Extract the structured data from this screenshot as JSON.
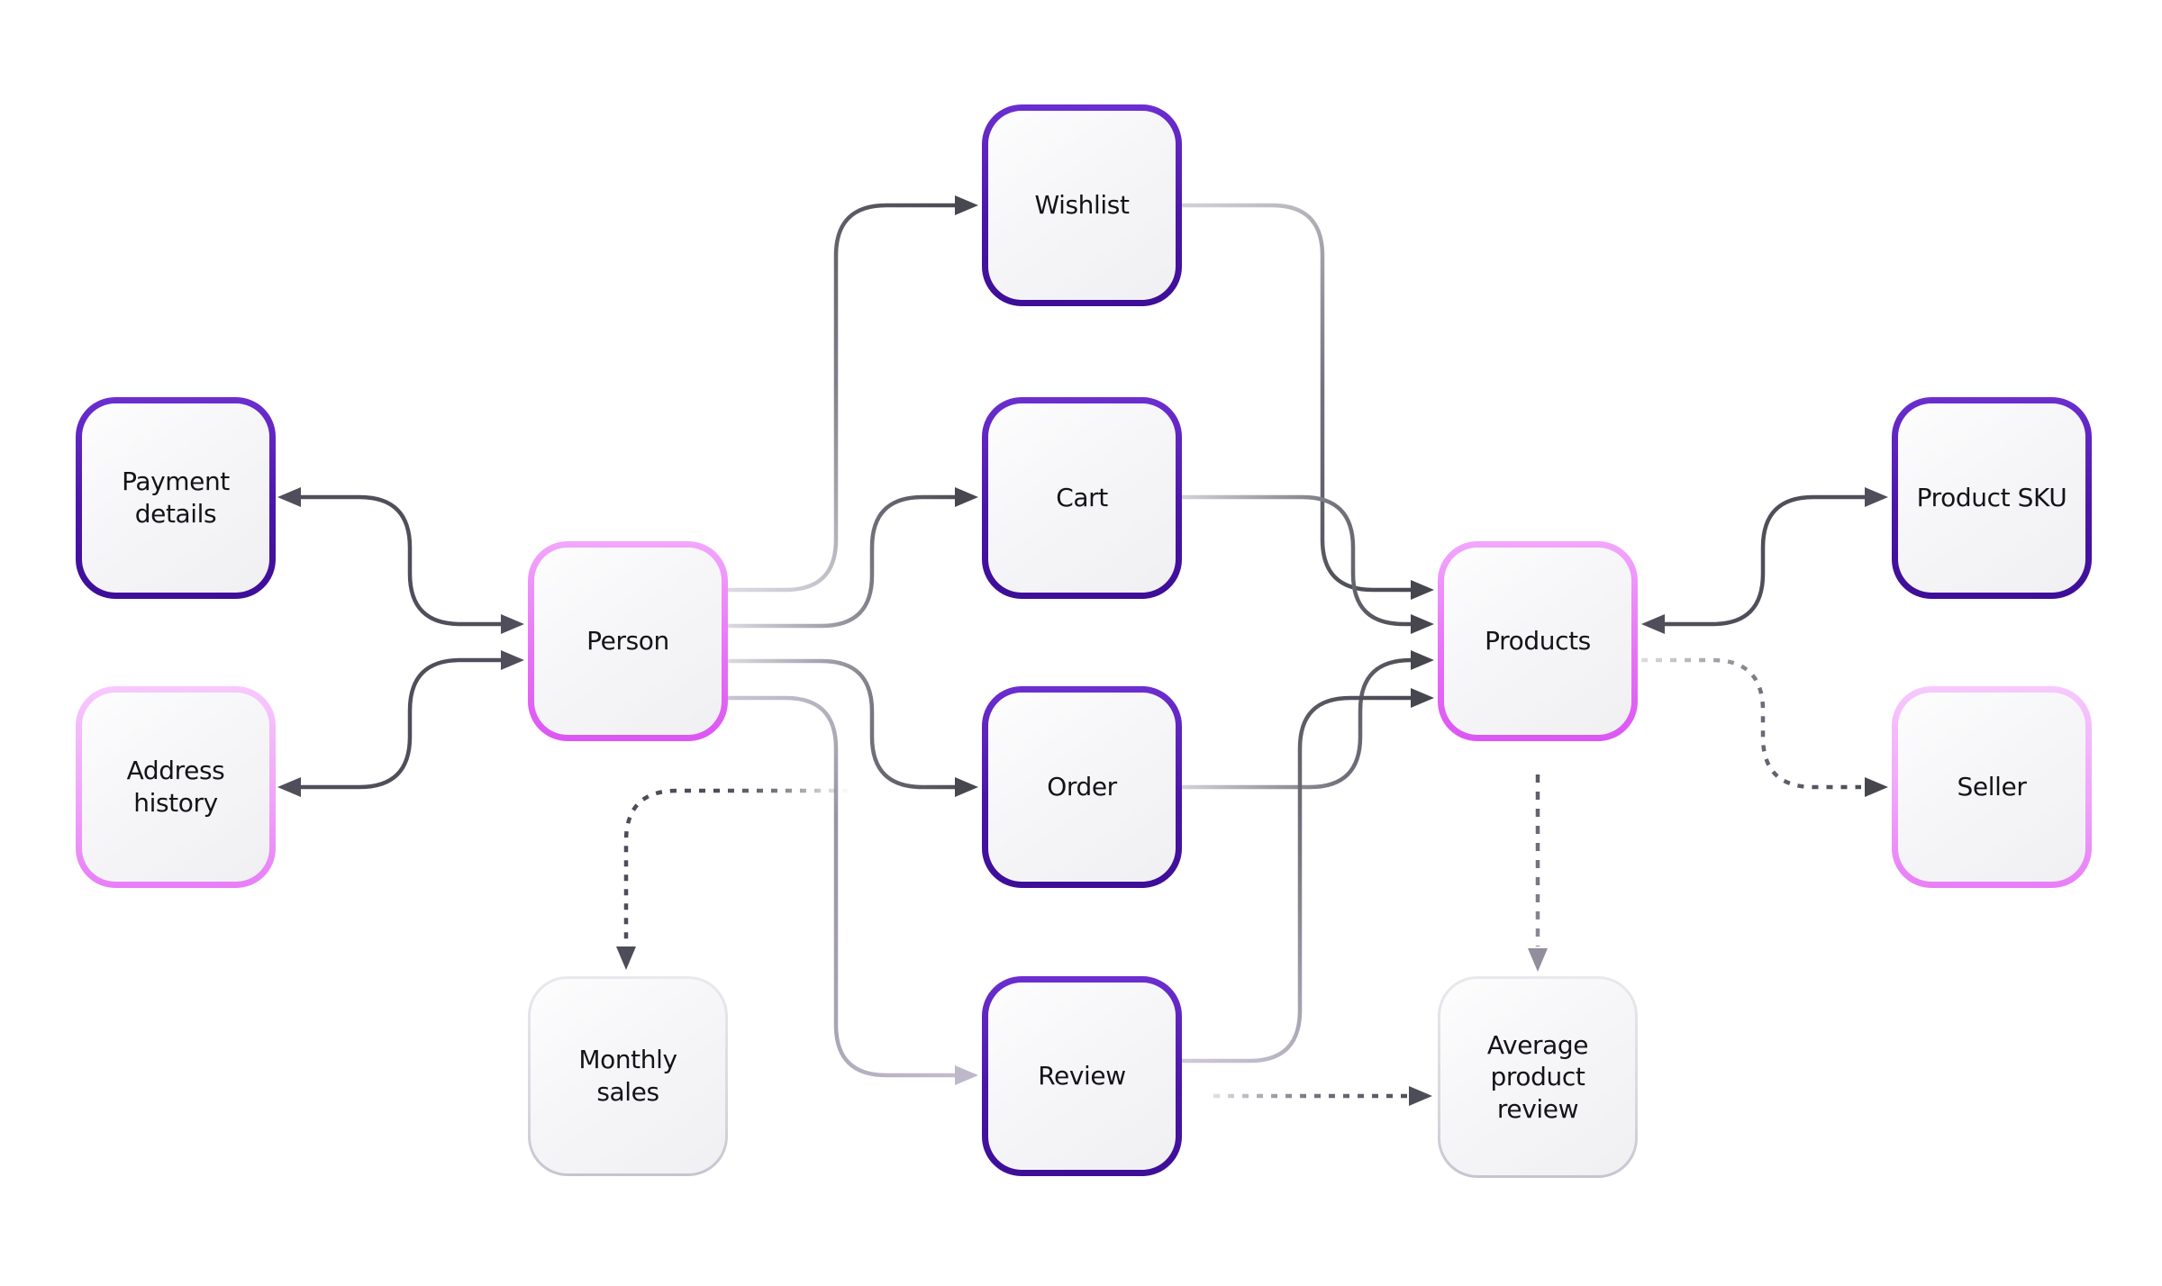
{
  "diagram": {
    "nodes": {
      "payment_details": {
        "label": "Payment\ndetails"
      },
      "address_history": {
        "label": "Address\nhistory"
      },
      "person": {
        "label": "Person"
      },
      "monthly_sales": {
        "label": "Monthly\nsales"
      },
      "wishlist": {
        "label": "Wishlist"
      },
      "cart": {
        "label": "Cart"
      },
      "order": {
        "label": "Order"
      },
      "review": {
        "label": "Review"
      },
      "products": {
        "label": "Products"
      },
      "avg_product_review": {
        "label": "Average\nproduct\nreview"
      },
      "product_sku": {
        "label": "Product SKU"
      },
      "seller": {
        "label": "Seller"
      }
    },
    "edges": [
      {
        "from": "Person",
        "to": "Payment details",
        "line": "solid",
        "direction": "both"
      },
      {
        "from": "Person",
        "to": "Address history",
        "line": "solid",
        "direction": "both"
      },
      {
        "from": "Person",
        "to": "Wishlist",
        "line": "solid",
        "direction": "forward"
      },
      {
        "from": "Person",
        "to": "Cart",
        "line": "solid",
        "direction": "forward"
      },
      {
        "from": "Person",
        "to": "Order",
        "line": "solid",
        "direction": "forward"
      },
      {
        "from": "Person",
        "to": "Review",
        "line": "solid",
        "direction": "forward"
      },
      {
        "from": "Wishlist",
        "to": "Products",
        "line": "solid",
        "direction": "forward"
      },
      {
        "from": "Cart",
        "to": "Products",
        "line": "solid",
        "direction": "forward"
      },
      {
        "from": "Order",
        "to": "Products",
        "line": "solid",
        "direction": "forward"
      },
      {
        "from": "Review",
        "to": "Products",
        "line": "solid",
        "direction": "forward"
      },
      {
        "from": "Products",
        "to": "Product SKU",
        "line": "solid",
        "direction": "both"
      },
      {
        "from": "Products",
        "to": "Seller",
        "line": "dashed",
        "direction": "forward"
      },
      {
        "from": "Products",
        "to": "Average product review",
        "line": "dashed",
        "direction": "forward"
      },
      {
        "from": "Review",
        "to": "Average product review",
        "line": "dashed",
        "direction": "forward"
      },
      {
        "from": "Order",
        "to": "Monthly sales",
        "line": "dashed",
        "direction": "forward"
      }
    ],
    "colors": {
      "background": "#ffffff",
      "border_indigo": "#4a16a8",
      "border_magenta": "#e874f7",
      "border_pink": "#f0a5fa",
      "border_gray": "#d6d5dc",
      "node_fill": "#f6f6f8",
      "edge_dark": "#4f4f59",
      "edge_light": "#d8d5de",
      "label_text": "#141418"
    }
  }
}
